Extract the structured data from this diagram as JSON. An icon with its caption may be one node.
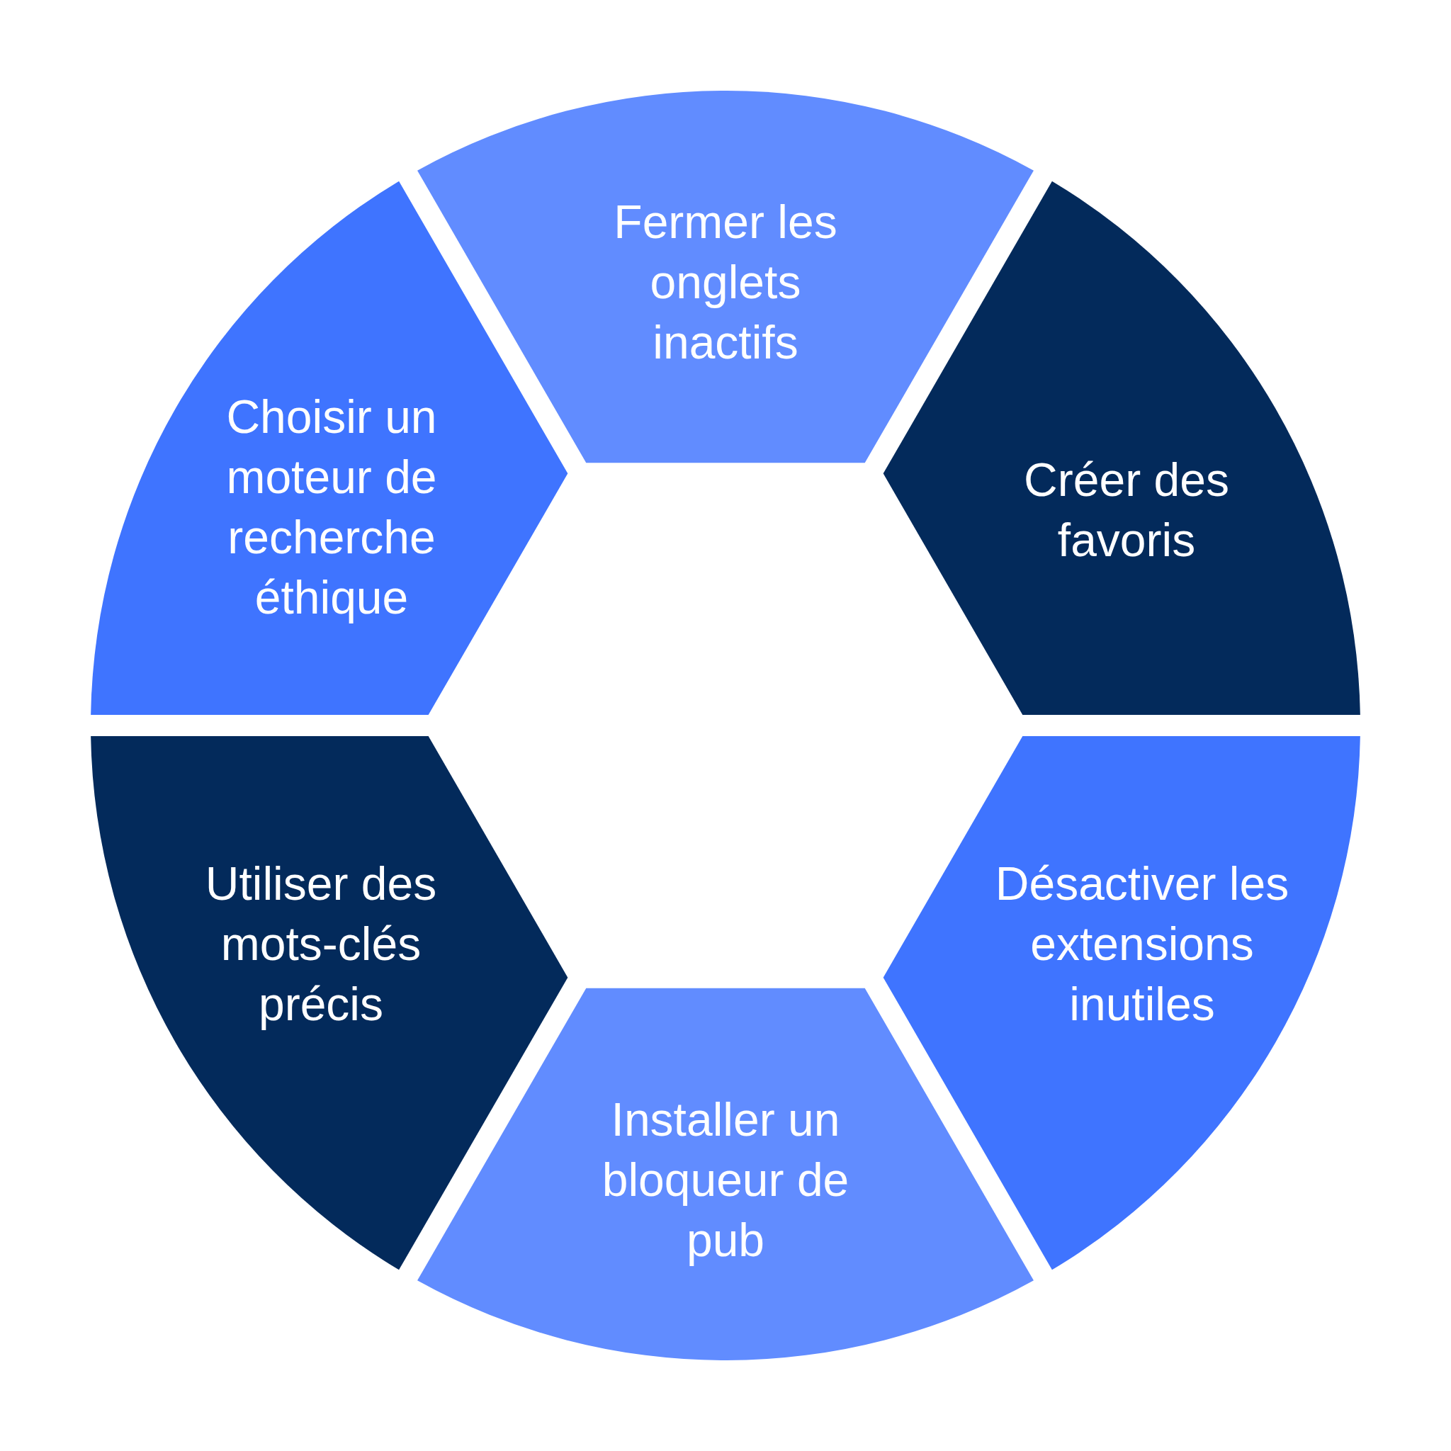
{
  "diagram": {
    "nodes": [
      {
        "text": [
          "Fermer les onglets inactifs"
        ]
      },
      {
        "text": [
          "Créer des favoris"
        ]
      },
      {
        "text": [
          "Désactiver les extensions inutiles"
        ]
      },
      {
        "text": [
          "Installer un bloqueur de pub"
        ]
      },
      {
        "text": [
          "Utiliser des mots-clés précis"
        ]
      },
      {
        "text": [
          "Choisir un moteur de recherche éthique"
        ]
      }
    ]
  }
}
